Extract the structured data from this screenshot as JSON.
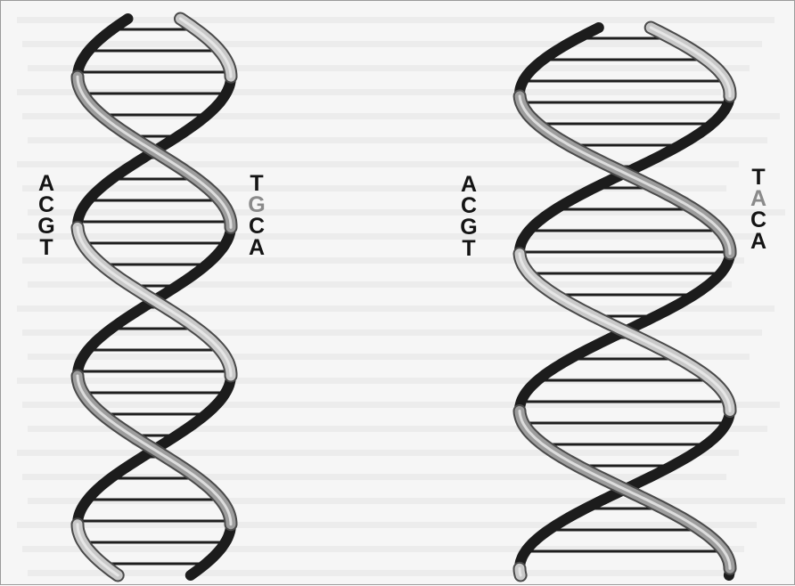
{
  "colors": {
    "background": "#f6f6f6",
    "strand_light": "#c9c9c9",
    "strand_dark": "#1c1c1c",
    "rung": "#1e1e1e",
    "letter": "#141414",
    "letter_mutated": "#8a8a8a",
    "ghost_text": "#d9d9d9"
  },
  "left_helix": {
    "strand_a_bases": [
      {
        "letter": "A",
        "mutated": false
      },
      {
        "letter": "C",
        "mutated": false
      },
      {
        "letter": "G",
        "mutated": false
      },
      {
        "letter": "T",
        "mutated": false
      }
    ],
    "strand_b_bases": [
      {
        "letter": "T",
        "mutated": false
      },
      {
        "letter": "G",
        "mutated": true
      },
      {
        "letter": "C",
        "mutated": false
      },
      {
        "letter": "A",
        "mutated": false
      }
    ]
  },
  "right_helix": {
    "strand_a_bases": [
      {
        "letter": "A",
        "mutated": false
      },
      {
        "letter": "C",
        "mutated": false
      },
      {
        "letter": "G",
        "mutated": false
      },
      {
        "letter": "T",
        "mutated": false
      }
    ],
    "strand_b_bases": [
      {
        "letter": "T",
        "mutated": false
      },
      {
        "letter": "A",
        "mutated": true
      },
      {
        "letter": "C",
        "mutated": false
      },
      {
        "letter": "A",
        "mutated": false
      }
    ]
  }
}
